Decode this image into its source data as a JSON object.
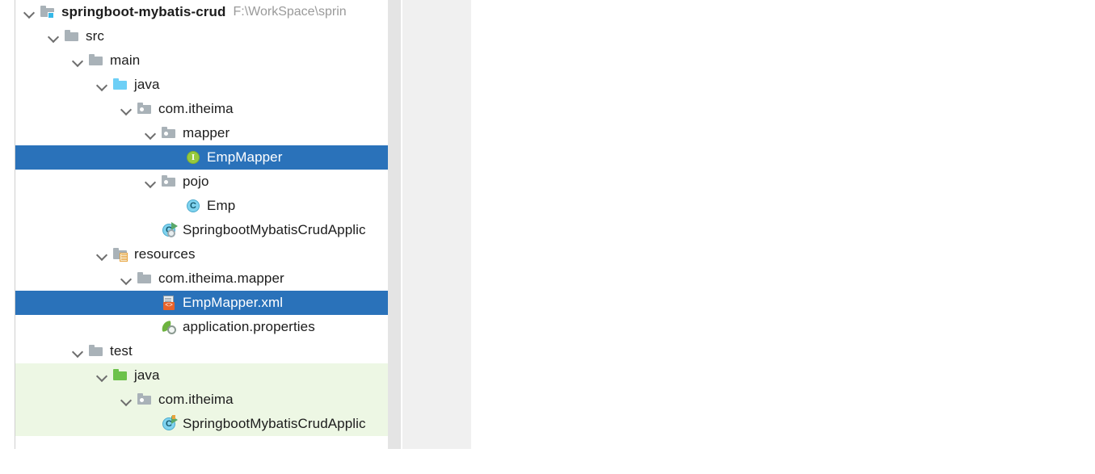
{
  "window": {
    "title": "Project tool window",
    "background": "#ffffff",
    "selection_color": "#2a72ba",
    "test_scope_color": "#edf7e4",
    "panel_color": "#f0f0f0"
  },
  "tree": {
    "nodes": [
      {
        "id": "root-module",
        "label": "springboot-mybatis-crud",
        "secondary": "F:\\WorkSpace\\sprin",
        "icon": "module-folder-icon",
        "depth": 0,
        "expanded": true,
        "bold": true,
        "selected": false,
        "test_scope": false
      },
      {
        "id": "src",
        "label": "src",
        "secondary": "",
        "icon": "folder-icon",
        "depth": 1,
        "expanded": true,
        "bold": false,
        "selected": false,
        "test_scope": false
      },
      {
        "id": "main",
        "label": "main",
        "secondary": "",
        "icon": "folder-icon",
        "depth": 2,
        "expanded": true,
        "bold": false,
        "selected": false,
        "test_scope": false
      },
      {
        "id": "main-java",
        "label": "java",
        "secondary": "",
        "icon": "source-root-folder-icon",
        "depth": 3,
        "expanded": true,
        "bold": false,
        "selected": false,
        "test_scope": false
      },
      {
        "id": "pkg-com-itheima",
        "label": "com.itheima",
        "secondary": "",
        "icon": "package-folder-icon",
        "depth": 4,
        "expanded": true,
        "bold": false,
        "selected": false,
        "test_scope": false
      },
      {
        "id": "pkg-mapper",
        "label": "mapper",
        "secondary": "",
        "icon": "package-folder-icon",
        "depth": 5,
        "expanded": true,
        "bold": false,
        "selected": false,
        "test_scope": false
      },
      {
        "id": "emp-mapper-interface",
        "label": "EmpMapper",
        "secondary": "",
        "icon": "java-interface-icon",
        "depth": 6,
        "expanded": false,
        "bold": false,
        "selected": true,
        "test_scope": false
      },
      {
        "id": "pkg-pojo",
        "label": "pojo",
        "secondary": "",
        "icon": "package-folder-icon",
        "depth": 5,
        "expanded": true,
        "bold": false,
        "selected": false,
        "test_scope": false
      },
      {
        "id": "emp-class",
        "label": "Emp",
        "secondary": "",
        "icon": "java-class-icon",
        "depth": 6,
        "expanded": false,
        "bold": false,
        "selected": false,
        "test_scope": false
      },
      {
        "id": "springboot-app-main",
        "label": "SpringbootMybatisCrudApplic",
        "secondary": "",
        "icon": "spring-boot-application-icon",
        "depth": 5,
        "expanded": false,
        "bold": false,
        "selected": false,
        "test_scope": false
      },
      {
        "id": "resources",
        "label": "resources",
        "secondary": "",
        "icon": "resources-root-folder-icon",
        "depth": 3,
        "expanded": true,
        "bold": false,
        "selected": false,
        "test_scope": false
      },
      {
        "id": "res-com-itheima-mapper",
        "label": "com.itheima.mapper",
        "secondary": "",
        "icon": "folder-icon",
        "depth": 4,
        "expanded": true,
        "bold": false,
        "selected": false,
        "test_scope": false
      },
      {
        "id": "emp-mapper-xml",
        "label": "EmpMapper.xml",
        "secondary": "",
        "icon": "mybatis-xml-mapper-icon",
        "depth": 5,
        "expanded": false,
        "bold": false,
        "selected": true,
        "test_scope": false
      },
      {
        "id": "application-properties",
        "label": "application.properties",
        "secondary": "",
        "icon": "spring-properties-icon",
        "depth": 5,
        "expanded": false,
        "bold": false,
        "selected": false,
        "test_scope": false
      },
      {
        "id": "test",
        "label": "test",
        "secondary": "",
        "icon": "folder-icon",
        "depth": 2,
        "expanded": true,
        "bold": false,
        "selected": false,
        "test_scope": false
      },
      {
        "id": "test-java",
        "label": "java",
        "secondary": "",
        "icon": "test-source-root-folder-icon",
        "depth": 3,
        "expanded": true,
        "bold": false,
        "selected": false,
        "test_scope": true
      },
      {
        "id": "test-pkg-com-itheima",
        "label": "com.itheima",
        "secondary": "",
        "icon": "package-folder-icon",
        "depth": 4,
        "expanded": true,
        "bold": false,
        "selected": false,
        "test_scope": true
      },
      {
        "id": "springboot-app-test",
        "label": "SpringbootMybatisCrudApplic",
        "secondary": "",
        "icon": "java-test-class-icon",
        "depth": 5,
        "expanded": false,
        "bold": false,
        "selected": false,
        "test_scope": true
      }
    ]
  },
  "scrollbar": {
    "orientation": "vertical",
    "visible": true
  }
}
